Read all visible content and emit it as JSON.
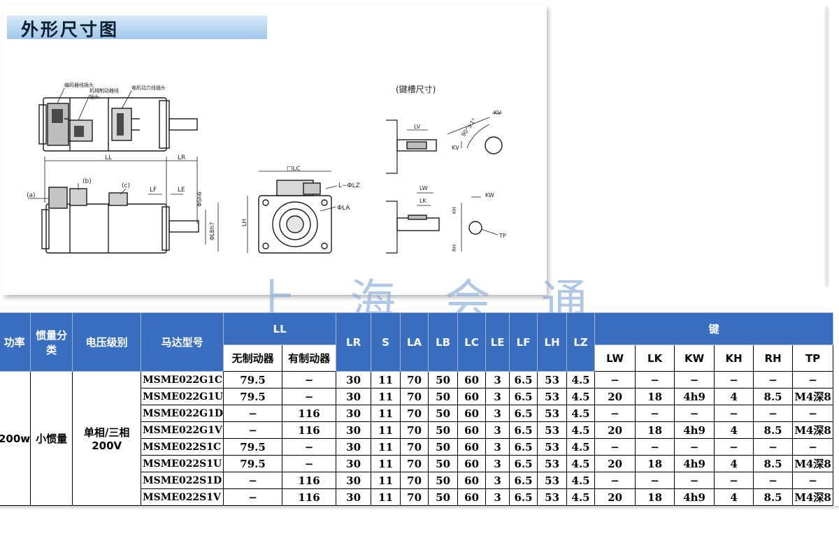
{
  "title": "外形尺寸图",
  "drawing": {
    "keyslot_title": "(键槽尺寸)",
    "conn_encoder": "编码器线插头",
    "conn_brake_1": "机械制动器线",
    "conn_brake_2": "插头",
    "conn_power": "电机动力线插头",
    "dim_LL": "LL",
    "dim_LR": "LR",
    "dim_LF": "LF",
    "dim_LE": "LE",
    "dim_shaft": "ΦSh6",
    "dim_spigot": "ΦLBh7",
    "callout_a": "(a)",
    "callout_b": "(b)",
    "callout_c": "(c)",
    "dim_LC": "□LC",
    "dim_LZ": "L−ΦLZ",
    "dim_LA": "ΦLA",
    "dim_LH": "LH",
    "dim_LV": "LV",
    "dim_KV": "KV",
    "dim_KV2": "KV",
    "dim_angle": "90°±1°",
    "dim_LW": "LW",
    "dim_LK": "LK",
    "dim_KW": "KW",
    "dim_KH": "KH",
    "dim_RH": "RH",
    "dim_TP": "TP"
  },
  "watermark": [
    "上",
    "海",
    "会",
    "通"
  ],
  "table": {
    "headers": {
      "power": "功率",
      "inertia": "惯量分类",
      "voltage": "电压级别",
      "model": "马达型号",
      "ll": "LL",
      "ll_nobrake": "无制动器",
      "ll_brake": "有制动器",
      "lr": "LR",
      "s": "S",
      "la": "LA",
      "lb": "LB",
      "lc": "LC",
      "le": "LE",
      "lf": "LF",
      "lh": "LH",
      "lz": "LZ",
      "key": "键",
      "lw": "LW",
      "lk": "LK",
      "kw": "KW",
      "kh": "KH",
      "rh": "RH",
      "tp": "TP"
    },
    "power": "200w",
    "inertia": "小惯量",
    "voltage_line1": "单相/三相",
    "voltage_line2": "200V",
    "rows": [
      [
        "MSME022G1C",
        "79.5",
        "−",
        "30",
        "11",
        "70",
        "50",
        "60",
        "3",
        "6.5",
        "53",
        "4.5",
        "−",
        "−",
        "−",
        "−",
        "−",
        "−"
      ],
      [
        "MSME022G1U",
        "79.5",
        "−",
        "30",
        "11",
        "70",
        "50",
        "60",
        "3",
        "6.5",
        "53",
        "4.5",
        "20",
        "18",
        "4h9",
        "4",
        "8.5",
        "M4深8"
      ],
      [
        "MSME022G1D",
        "−",
        "116",
        "30",
        "11",
        "70",
        "50",
        "60",
        "3",
        "6.5",
        "53",
        "4.5",
        "−",
        "−",
        "−",
        "−",
        "−",
        "−"
      ],
      [
        "MSME022G1V",
        "−",
        "116",
        "30",
        "11",
        "70",
        "50",
        "60",
        "3",
        "6.5",
        "53",
        "4.5",
        "20",
        "18",
        "4h9",
        "4",
        "8.5",
        "M4深8"
      ],
      [
        "MSME022S1C",
        "79.5",
        "−",
        "30",
        "11",
        "70",
        "50",
        "60",
        "3",
        "6.5",
        "53",
        "4.5",
        "−",
        "−",
        "−",
        "−",
        "−",
        "−"
      ],
      [
        "MSME022S1U",
        "79.5",
        "−",
        "30",
        "11",
        "70",
        "50",
        "60",
        "3",
        "6.5",
        "53",
        "4.5",
        "20",
        "18",
        "4h9",
        "4",
        "8.5",
        "M4深8"
      ],
      [
        "MSME022S1D",
        "−",
        "116",
        "30",
        "11",
        "70",
        "50",
        "60",
        "3",
        "6.5",
        "53",
        "4.5",
        "−",
        "−",
        "−",
        "−",
        "−",
        "−"
      ],
      [
        "MSME022S1V",
        "−",
        "116",
        "30",
        "11",
        "70",
        "50",
        "60",
        "3",
        "6.5",
        "53",
        "4.5",
        "20",
        "18",
        "4h9",
        "4",
        "8.5",
        "M4深8"
      ]
    ]
  }
}
